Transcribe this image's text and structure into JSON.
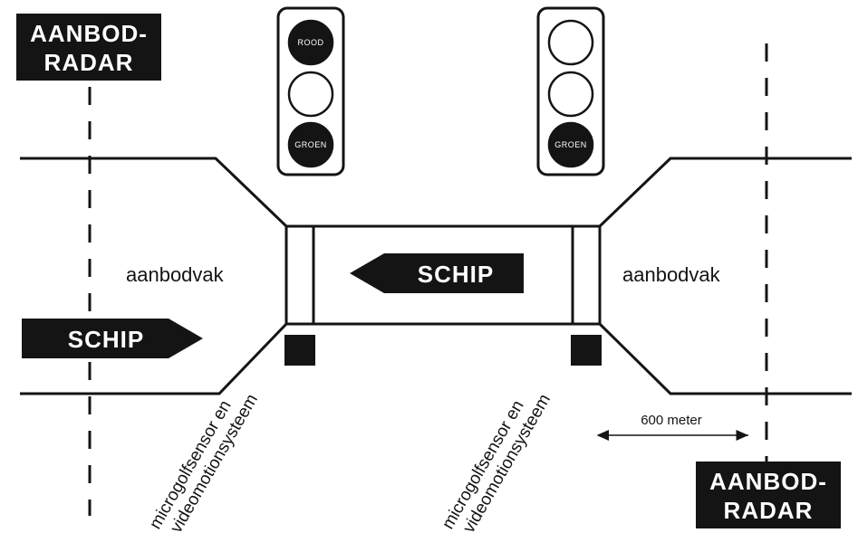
{
  "radar_left": {
    "line1": "AANBOD-",
    "line2": "RADAR"
  },
  "radar_right": {
    "line1": "AANBOD-",
    "line2": "RADAR"
  },
  "traffic_light_left": {
    "top": "ROOD",
    "middle": "",
    "bottom": "GROEN",
    "top_on": true,
    "bottom_on": true
  },
  "traffic_light_right": {
    "top": "",
    "middle": "",
    "bottom": "GROEN",
    "top_on": false,
    "bottom_on": true
  },
  "zone_left": "aanbodvak",
  "zone_right": "aanbodvak",
  "ship_lock": "SCHIP",
  "ship_left": "SCHIP",
  "sensor_left": {
    "line1": "microgolfsensor en",
    "line2": "videomotionsysteem"
  },
  "sensor_right": {
    "line1": "microgolfsensor en",
    "line2": "videomotionsysteem"
  },
  "distance": "600 meter",
  "colors": {
    "ink": "#141414",
    "paper": "#ffffff"
  }
}
